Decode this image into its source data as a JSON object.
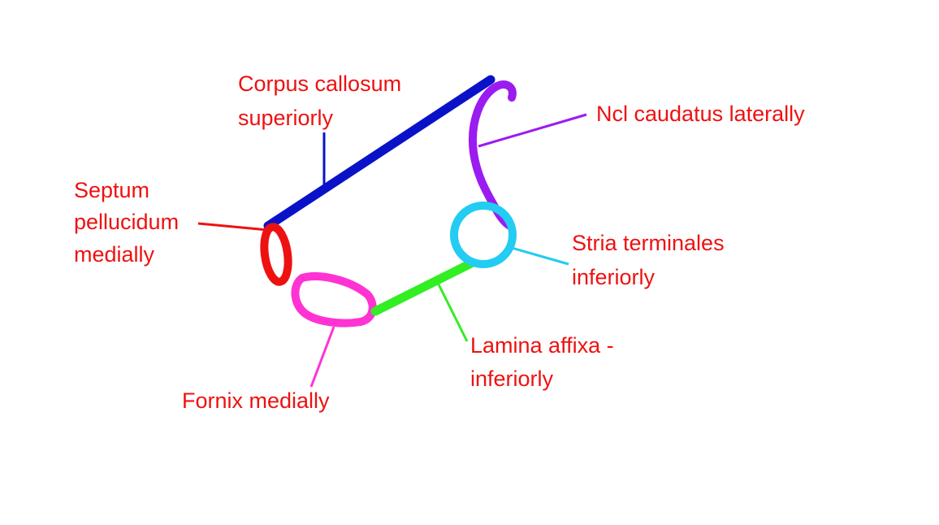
{
  "labels": {
    "corpus_callosum": [
      "Corpus callosum",
      "superiorly"
    ],
    "ncl_caudatus": [
      "Ncl caudatus laterally"
    ],
    "septum_pellucidum": [
      "Septum",
      "pellucidum",
      "medially"
    ],
    "stria_terminales": [
      "Stria terminales",
      "inferiorly"
    ],
    "lamina_affixa": [
      "Lamina affixa -",
      "inferiorly"
    ],
    "fornix": [
      "Fornix medially"
    ]
  },
  "colors": {
    "text": "#ee1111",
    "corpus_callosum": "#0a12c8",
    "ncl_caudatus": "#9b1cf0",
    "septum_pellucidum": "#ee1111",
    "stria_terminales": "#22ccf2",
    "lamina_affixa": "#33ee22",
    "fornix": "#ff33d4"
  }
}
